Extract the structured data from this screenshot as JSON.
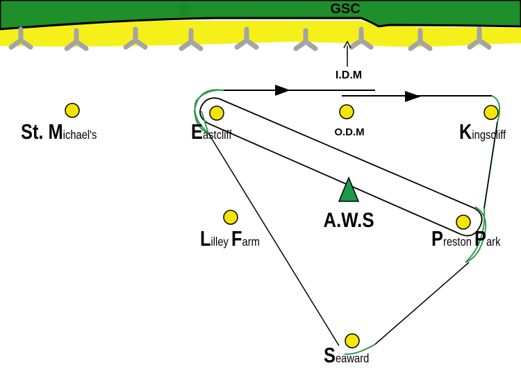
{
  "header": {
    "label": "GSC"
  },
  "markers": {
    "idm": "I.D.M",
    "aws": "A.W.S"
  },
  "stations": [
    {
      "id": "st-michaels",
      "initial": "S",
      "label": "t. M",
      "rest": "ichael's"
    },
    {
      "id": "eastcliff",
      "initial": "E",
      "label": "",
      "rest": "astcliff"
    },
    {
      "id": "odm",
      "initial": "",
      "label": "O.D.M",
      "rest": ""
    },
    {
      "id": "kingscliff",
      "initial": "K",
      "label": "",
      "rest": "ingscliff"
    },
    {
      "id": "lilley-farm",
      "initial": "L",
      "label": "illey ",
      "initial2": "F",
      "rest": "arm"
    },
    {
      "id": "preston-park",
      "initial": "P",
      "label": "reston ",
      "initial2": "P",
      "rest": "ark"
    },
    {
      "id": "seaward",
      "initial": "S",
      "label": "",
      "rest": "eaward"
    }
  ],
  "colors": {
    "grass": "#1f8f2a",
    "sand": "#f5f019",
    "station": "#f4e600",
    "route_green": "#2e9a4a",
    "aws": "#1a9a4a",
    "trap": "#a0a0a0"
  }
}
